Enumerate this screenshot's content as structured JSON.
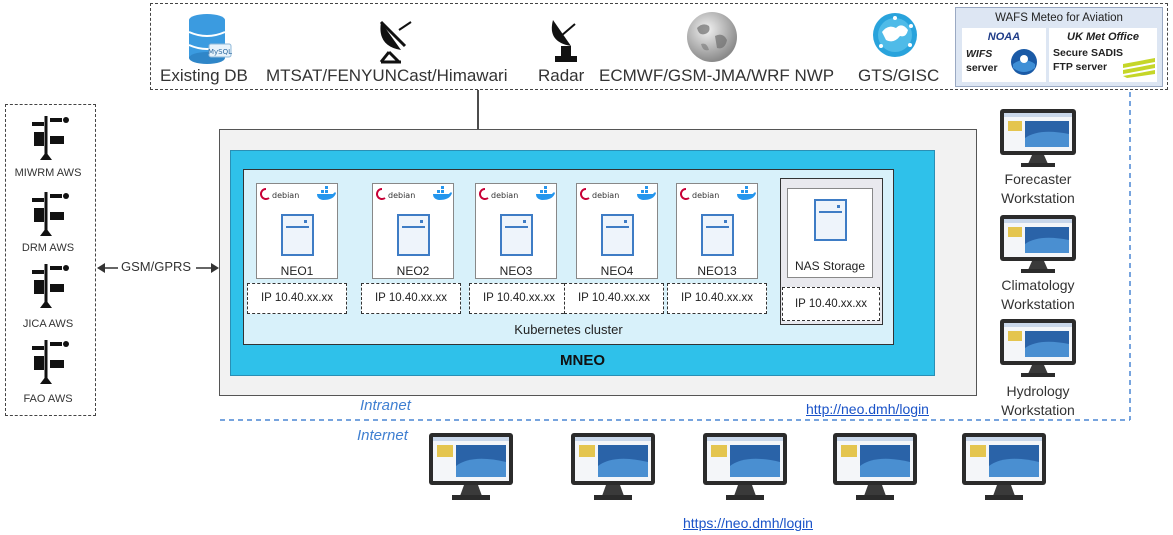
{
  "sources": {
    "existing_db": "Existing DB",
    "satellite": "MTSAT/FENYUNCast/Himawari",
    "radar": "Radar",
    "nwp": "ECMWF/GSM-JMA/WRF NWP",
    "gts": "GTS/GISC",
    "mysql_logo": "MySQL"
  },
  "wafs": {
    "title": "WAFS Meteo for Aviation",
    "noaa_title": "NOAA",
    "noaa_line1": "WIFS",
    "noaa_line2": "server",
    "ukmo_title": "UK Met Office",
    "ukmo_line1": "Secure SADIS",
    "ukmo_line2": "FTP server"
  },
  "aws": [
    "MIWRM AWS",
    "DRM AWS",
    "JICA AWS",
    "FAO AWS"
  ],
  "gsm_label": "GSM/GPRS",
  "cluster": {
    "name": "MNEO",
    "k8s_label": "Kubernetes cluster",
    "nodes": [
      {
        "name": "NEO1",
        "ip": "IP 10.40.xx.xx"
      },
      {
        "name": "NEO2",
        "ip": "IP 10.40.xx.xx"
      },
      {
        "name": "NEO3",
        "ip": "IP 10.40.xx.xx"
      },
      {
        "name": "NEO4",
        "ip": "IP 10.40.xx.xx"
      },
      {
        "name": "NEO13",
        "ip": "IP 10.40.xx.xx"
      }
    ],
    "nas": {
      "name": "NAS Storage",
      "ip": "IP 10.40.xx.xx"
    },
    "debian_label": "debian",
    "docker_label": "docker"
  },
  "workstations": {
    "forecaster": [
      "Forecaster",
      "Workstation"
    ],
    "climatology": [
      "Climatology",
      "Workstation"
    ],
    "hydrology": [
      "Hydrology",
      "Workstation"
    ]
  },
  "zones": {
    "intranet": "Intranet",
    "internet": "Internet"
  },
  "links": {
    "intranet_url": "http://neo.dmh/login",
    "internet_url": "https://neo.dmh/login"
  },
  "colors": {
    "cluster_cyan": "#2fc1ea",
    "server_blue": "#3e7cc5",
    "link_blue": "#1a53c8",
    "zone_blue": "#3f7fd1"
  }
}
